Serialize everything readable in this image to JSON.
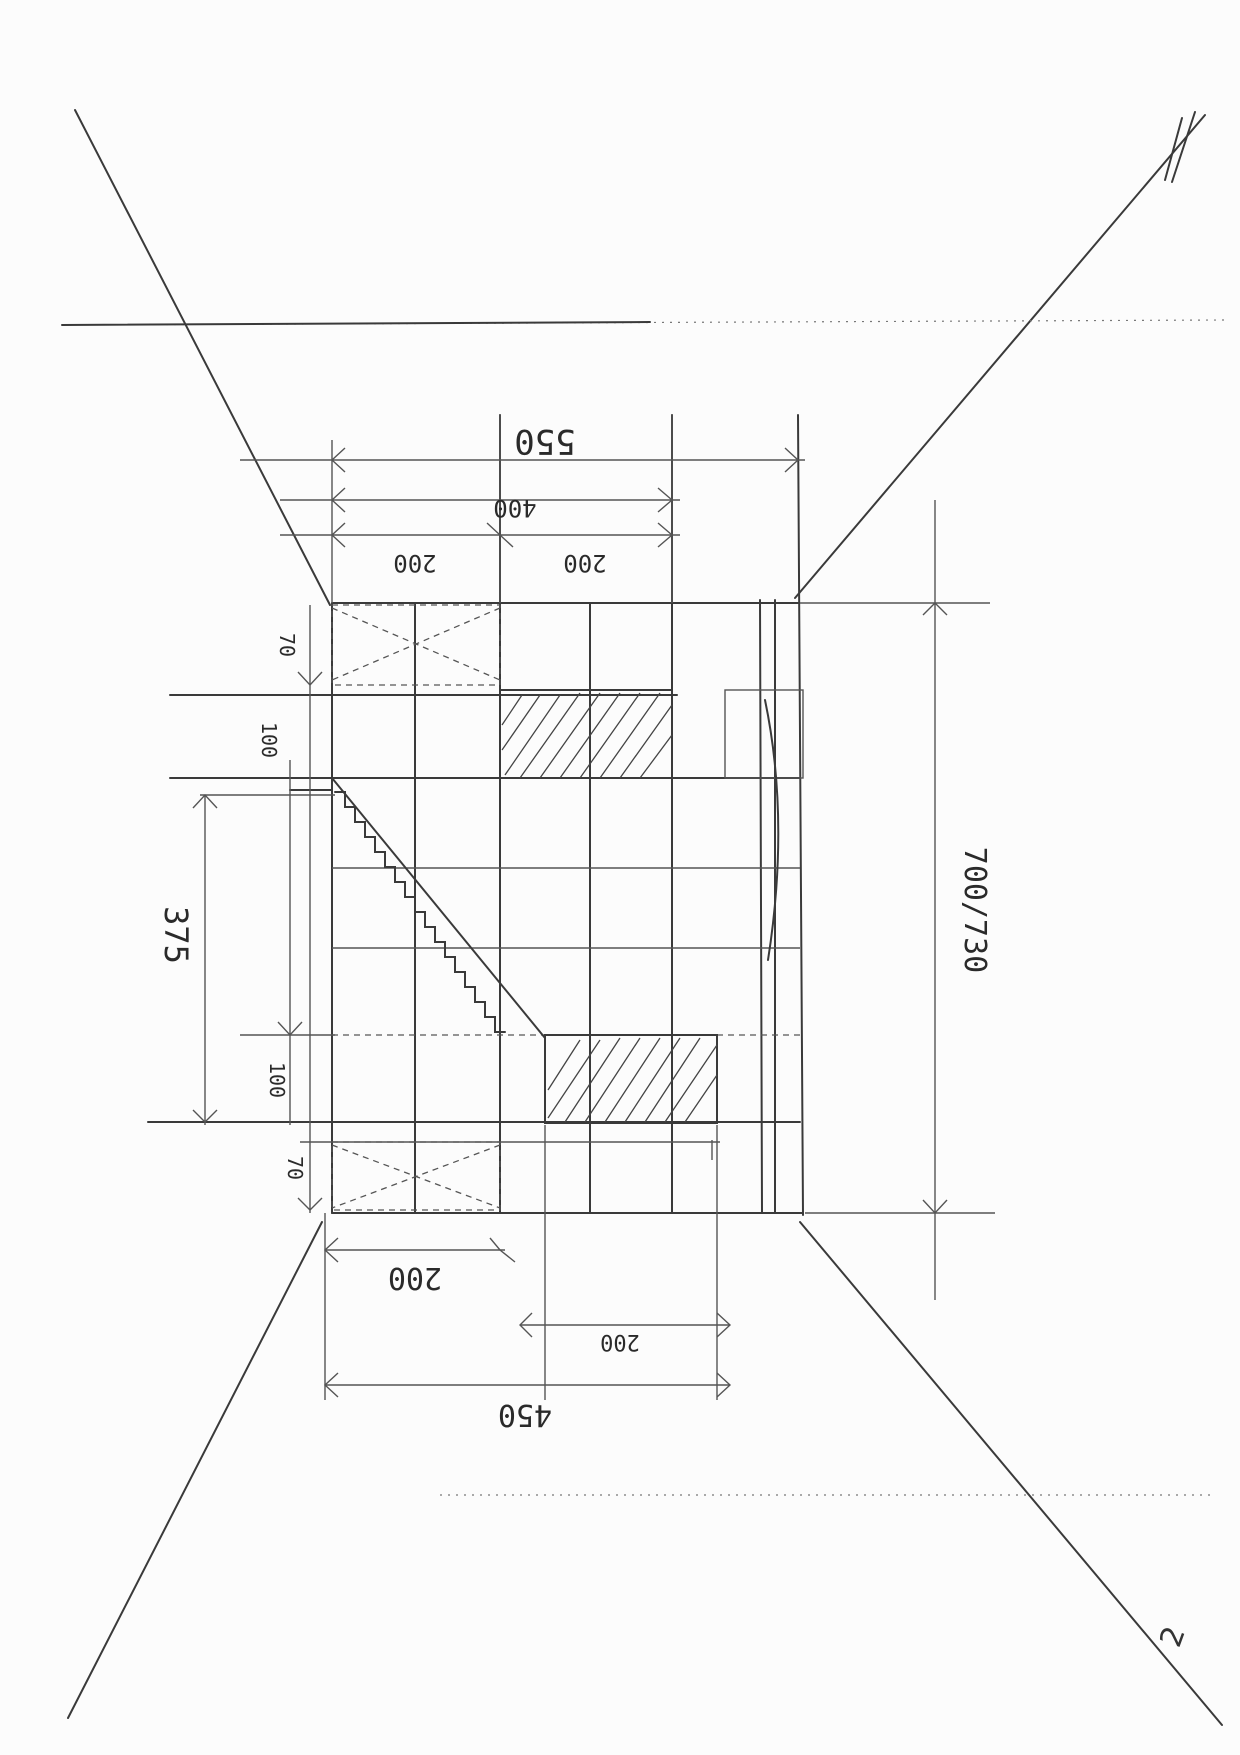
{
  "drawing": {
    "dimensions": {
      "top_overall": "550",
      "top_mid": "400",
      "top_left_seg": "200",
      "top_right_seg": "200",
      "bottom_left_seg": "200",
      "bottom_right_seg": "200",
      "bottom_overall": "450",
      "left_upper_small": "70",
      "left_upper_gap": "100",
      "left_stair": "375",
      "left_lower_gap": "100",
      "left_lower_small": "70",
      "right_depth": "700/730"
    },
    "page_number": "2"
  }
}
